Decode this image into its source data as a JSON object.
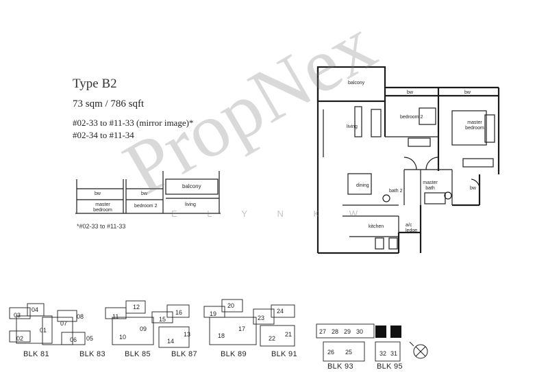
{
  "header": {
    "title": "Type B2",
    "area": "73 sqm / 786 sqft",
    "units_line1": "#02-33 to #11-33 (mirror image)*",
    "units_line2": "#02-34 to #11-34"
  },
  "mini_plan": {
    "labels": [
      "bw",
      "master bedroom",
      "bw",
      "bedroom 2",
      "balcony",
      "living"
    ],
    "footnote": "*#02-33 to #11-33"
  },
  "floor_plan": {
    "rooms": {
      "balcony": "balcony",
      "bw1": "bw",
      "bw2": "bw",
      "living": "living",
      "bedroom2": "bedroom 2",
      "master_bedroom": "master bedroom",
      "dining": "dining",
      "bath2": "bath 2",
      "master_bath": "master bath",
      "bw3": "bw",
      "kitchen": "kitchen",
      "ac_ledge": "a/c ledge"
    }
  },
  "watermark": {
    "text": "PropNex",
    "sub": "E L Y N K W"
  },
  "site_plan": {
    "blocks": [
      "BLK 81",
      "BLK 83",
      "BLK 85",
      "BLK 87",
      "BLK 89",
      "BLK 91",
      "BLK 93",
      "BLK 95"
    ],
    "units": [
      "03",
      "04",
      "01",
      "02",
      "07",
      "08",
      "06",
      "05",
      "11",
      "12",
      "09",
      "10",
      "15",
      "16",
      "13",
      "14",
      "19",
      "20",
      "17",
      "18",
      "23",
      "24",
      "22",
      "21",
      "27",
      "28",
      "29",
      "30",
      "26",
      "25",
      "32",
      "31"
    ]
  },
  "colors": {
    "walls": "#1a1a1a",
    "watermark": "#8a8a8a",
    "highlight_block": "#111111"
  }
}
